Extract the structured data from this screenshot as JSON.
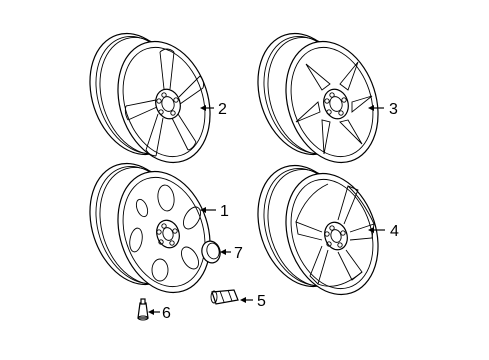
{
  "diagram": {
    "callouts": [
      {
        "id": "1",
        "label": "1"
      },
      {
        "id": "2",
        "label": "2"
      },
      {
        "id": "3",
        "label": "3"
      },
      {
        "id": "4",
        "label": "4"
      },
      {
        "id": "5",
        "label": "5"
      },
      {
        "id": "6",
        "label": "6"
      },
      {
        "id": "7",
        "label": "7"
      }
    ],
    "parts": [
      {
        "callout": "2",
        "icon": "alloy-wheel-split-spoke-icon"
      },
      {
        "callout": "3",
        "icon": "alloy-wheel-six-spoke-icon"
      },
      {
        "callout": "1",
        "icon": "alloy-wheel-oval-window-icon"
      },
      {
        "callout": "4",
        "icon": "alloy-wheel-five-spoke-icon"
      },
      {
        "callout": "7",
        "icon": "center-cap-icon"
      },
      {
        "callout": "5",
        "icon": "lug-nut-icon"
      },
      {
        "callout": "6",
        "icon": "valve-stem-icon"
      }
    ]
  }
}
